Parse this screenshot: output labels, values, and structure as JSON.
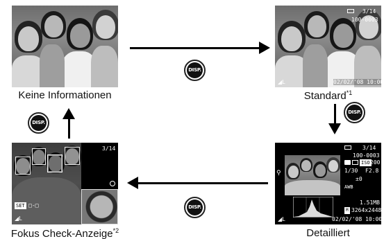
{
  "screens": {
    "none": {
      "caption": "Keine Informationen"
    },
    "standard": {
      "caption": "Standard",
      "caption_note": "*1",
      "counter": "3/14",
      "file_number": "100-0003",
      "date_time": "02/02/'08  10:00"
    },
    "focus_check": {
      "caption": "Fokus Check-Anzeige",
      "caption_note": "*2",
      "counter": "3/14",
      "set_label": "SET",
      "set_value": "□-□"
    },
    "detailed": {
      "caption": "Detailliert",
      "counter": "3/14",
      "file_number": "100-0003",
      "iso_label": "ISO",
      "iso_value": "200",
      "shutter": "1/30",
      "aperture": "F2.8",
      "exposure_comp": "±0",
      "awb": "AWB",
      "file_size": "1.51MB",
      "resolution": "3264x2448",
      "date_time": "02/02/'08  10:00"
    }
  },
  "disp_button": {
    "label": "DISP."
  },
  "icons": [
    "disp-button-icon",
    "battery-icon",
    "protect-icon",
    "camera-mode-icon",
    "magnify-icon",
    "image-size-icon"
  ]
}
